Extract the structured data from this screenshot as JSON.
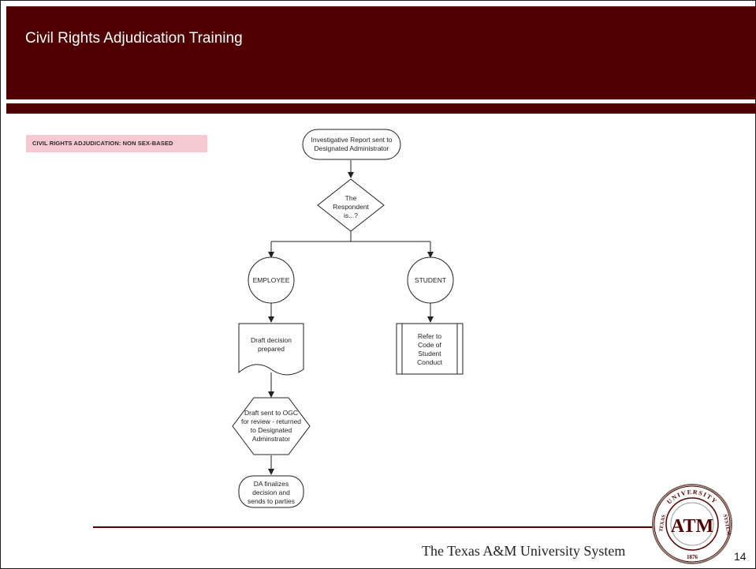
{
  "header": {
    "title": "Civil Rights Adjudication Training"
  },
  "section_tag": "CIVIL RIGHTS ADJUDICATION: NON SEX-BASED",
  "flowchart": {
    "start": {
      "line1": "Investigative Report sent to",
      "line2": "Designated Administrator"
    },
    "decision": {
      "line1": "The",
      "line2": "Respondent",
      "line3": "is...?"
    },
    "employee": "EMPLOYEE",
    "student": "STUDENT",
    "draft_decision": {
      "line1": "Draft decision",
      "line2": "prepared"
    },
    "refer": {
      "line1": "Refer to",
      "line2": "Code of",
      "line3": "Student",
      "line4": "Conduct"
    },
    "ogc": {
      "line1": "Draft sent to OGC",
      "line2": "for review - returned",
      "line3": "to Designated",
      "line4": "Adminstrator"
    },
    "finalize": {
      "line1": "DA finalizes",
      "line2": "decision and",
      "line3": "sends to parties"
    }
  },
  "footer": {
    "organization": "The Texas A&M University System",
    "page_number": "14",
    "seal": {
      "top_text": "UNIVERSITY",
      "monogram": "ATM",
      "left_text": "TEXAS",
      "right_text": "SYSTEM",
      "year": "1876"
    }
  },
  "colors": {
    "maroon": "#500000",
    "tag_pink": "#f5c9d2"
  }
}
